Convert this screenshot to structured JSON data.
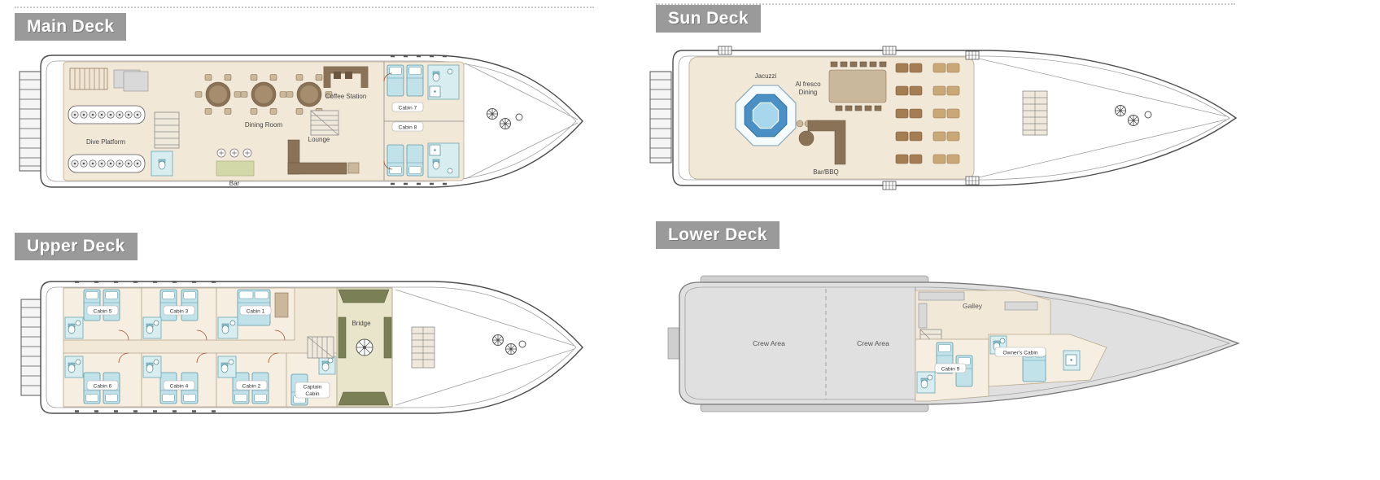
{
  "titles": {
    "main": "Main Deck",
    "sun": "Sun Deck",
    "upper": "Upper Deck",
    "lower": "Lower Deck"
  },
  "main": {
    "dive_platform": "Dive Platform",
    "dining_room": "Dining Room",
    "coffee_station": "Coffee Station",
    "cabin7": "Cabin 7",
    "cabin8": "Cabin 8",
    "lounge": "Lounge",
    "bar": "Bar"
  },
  "sun": {
    "jacuzzi": "Jacuzzi",
    "alfresco_1": "Al fresco",
    "alfresco_2": "Dining",
    "bar_bbq": "Bar/BBQ"
  },
  "upper": {
    "cabin5": "Cabin 5",
    "cabin3": "Cabin 3",
    "cabin1": "Cabin 1",
    "cabin6": "Cabin 6",
    "cabin4": "Cabin 4",
    "cabin2": "Cabin 2",
    "captain_1": "Captain",
    "captain_2": "Cabin",
    "bridge": "Bridge"
  },
  "lower": {
    "crew_area_1": "Crew Area",
    "crew_area_2": "Crew Area",
    "galley": "Galley",
    "cabin9": "Cabin 9",
    "owners_cabin": "Owner's Cabin"
  },
  "colors": {
    "title_bg": "#9a9a9a",
    "interior_beige": "#f2e8d8",
    "bed_teal": "#c2e2ea",
    "jacuzzi_blue": "#4a90c4",
    "wood_brown": "#8a7257",
    "lower_gray": "#e0e0e0"
  }
}
